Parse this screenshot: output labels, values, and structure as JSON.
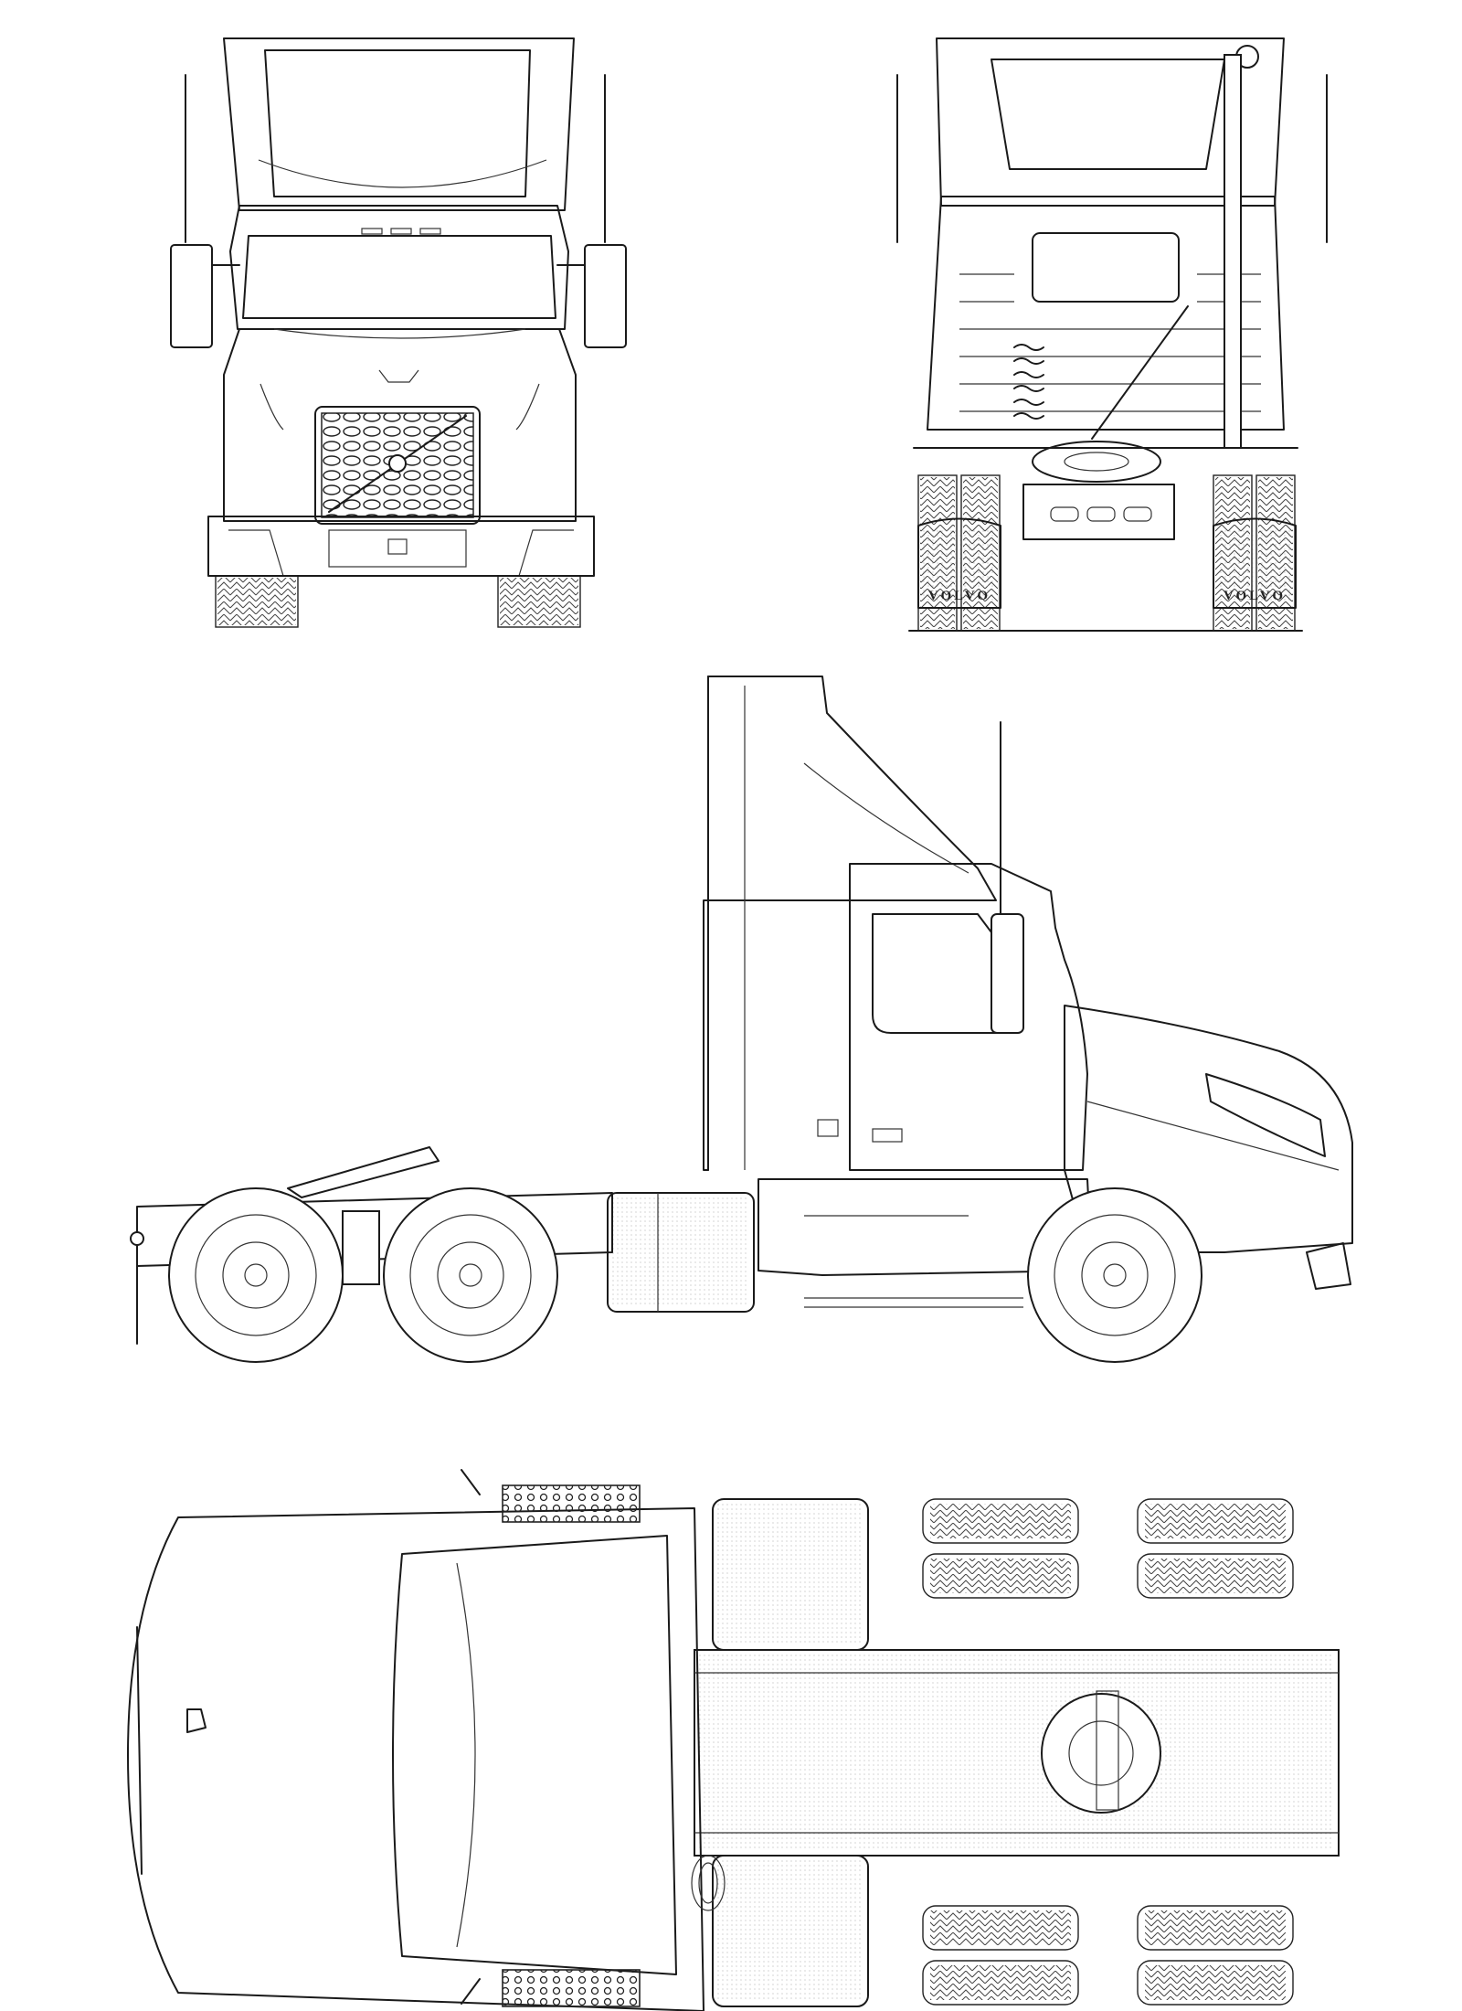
{
  "views": [
    "front",
    "rear",
    "side",
    "top"
  ],
  "rear_view": {
    "mudflap_left": "VOLVO",
    "mudflap_right": "VOLVO"
  },
  "colors": {
    "ink": "#1a1a1a",
    "paper": "#ffffff"
  }
}
